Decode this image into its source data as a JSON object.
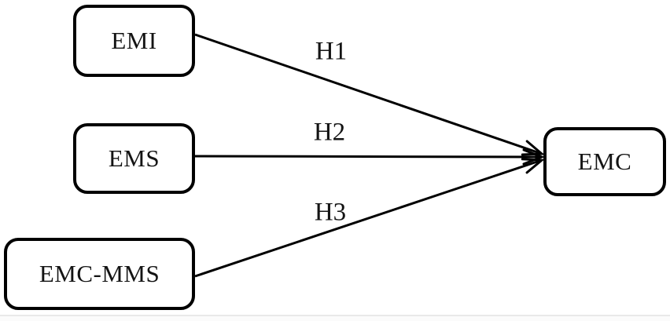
{
  "diagram": {
    "type": "path-model",
    "nodes": [
      {
        "id": "emi",
        "label": "EMI"
      },
      {
        "id": "ems",
        "label": "EMS"
      },
      {
        "id": "emc_mms",
        "label": "EMC-MMS"
      },
      {
        "id": "emc",
        "label": "EMC"
      }
    ],
    "edges": [
      {
        "id": "h1",
        "label": "H1",
        "from": "EMI",
        "to": "EMC",
        "arrow": "end"
      },
      {
        "id": "h2",
        "label": "H2",
        "from": "EMS",
        "to": "EMC",
        "arrow": "end"
      },
      {
        "id": "h3",
        "label": "H3",
        "from": "EMC-MMS",
        "to": "EMC",
        "arrow": "end"
      }
    ]
  },
  "colors": {
    "line": "#000000",
    "node_border": "#000000",
    "background": "#ffffff",
    "text": "#141414",
    "bottom_divider": "#e9e9e9"
  }
}
